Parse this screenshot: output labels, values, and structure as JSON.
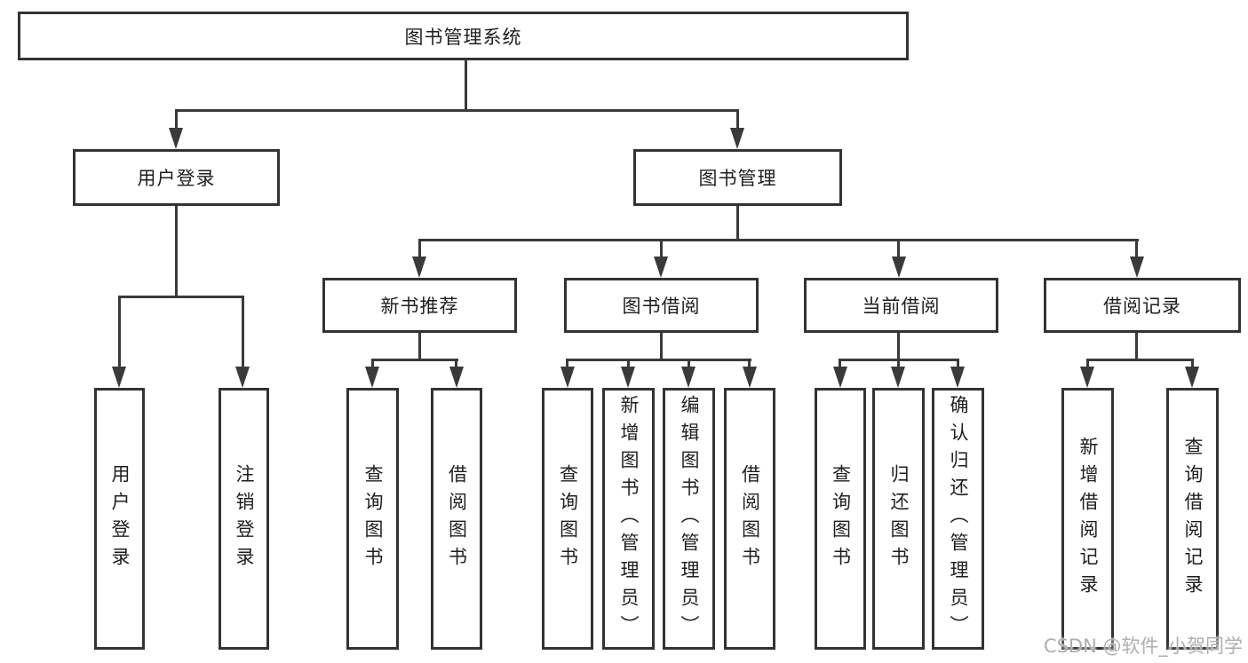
{
  "diagram": {
    "root": {
      "label": "图书管理系统"
    },
    "level1": [
      {
        "label": "用户登录",
        "children": [
          {
            "label": "用户登录"
          },
          {
            "label": "注销登录"
          }
        ]
      },
      {
        "label": "图书管理",
        "children": [
          {
            "label": "新书推荐",
            "children": [
              {
                "label": "查询图书"
              },
              {
                "label": "借阅图书"
              }
            ]
          },
          {
            "label": "图书借阅",
            "children": [
              {
                "label": "查询图书"
              },
              {
                "label": "新增图书（管理员）"
              },
              {
                "label": "编辑图书（管理员）"
              },
              {
                "label": "借阅图书"
              }
            ]
          },
          {
            "label": "当前借阅",
            "children": [
              {
                "label": "查询图书"
              },
              {
                "label": "归还图书"
              },
              {
                "label": "确认归还（管理员）"
              }
            ]
          },
          {
            "label": "借阅记录",
            "children": [
              {
                "label": "新增借阅记录"
              },
              {
                "label": "查询借阅记录"
              }
            ]
          }
        ]
      }
    ]
  },
  "watermark": {
    "text": "CSDN @软件_小贺同学"
  },
  "colors": {
    "line": "#3a3a3a",
    "border": "#333333",
    "text": "#1e1e1e",
    "background": "#ffffff",
    "watermark": "#a8a8a8"
  }
}
